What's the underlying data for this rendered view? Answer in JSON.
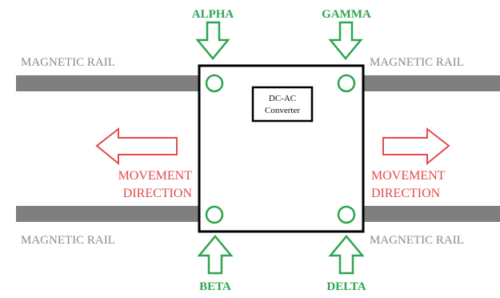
{
  "rail_label": "MAGNETIC RAIL",
  "sensors": {
    "alpha": "ALPHA",
    "gamma": "GAMMA",
    "beta": "BETA",
    "delta": "DELTA"
  },
  "movement": {
    "line1": "MOVEMENT",
    "line2": "DIRECTION"
  },
  "converter": {
    "line1": "DC-AC",
    "line2": "Converter"
  },
  "colors": {
    "rail": "#7f7f7f",
    "sensor": "#2ea44f",
    "movement": "#e34a4a",
    "frame": "#000000"
  }
}
